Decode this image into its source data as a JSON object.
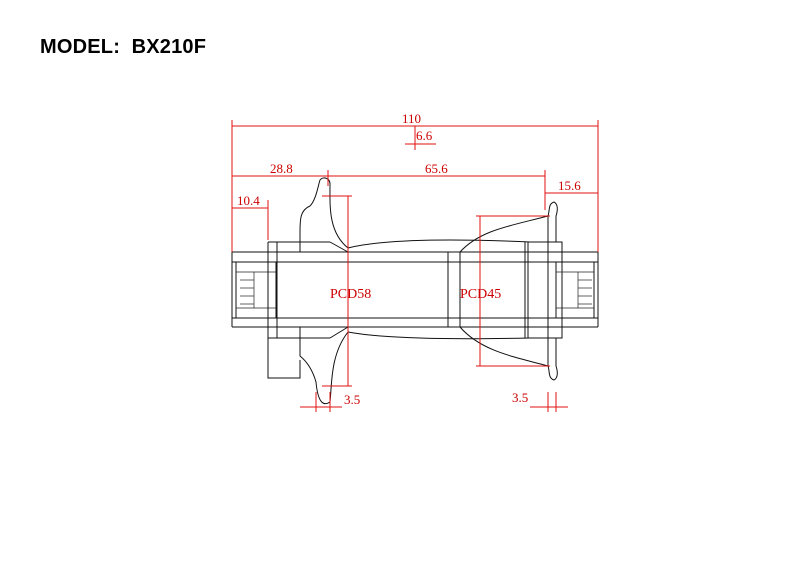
{
  "header": {
    "model_label": "MODEL:",
    "model_value": "BX210F"
  },
  "dimensions": {
    "overall_width": "110",
    "offset": "6.6",
    "left_flange_to_end": "28.8",
    "flange_spacing": "65.6",
    "right_flange_to_end": "15.6",
    "left_locknut": "10.4",
    "left_flange_thickness": "3.5",
    "right_flange_thickness": "3.5",
    "pcd_left": "PCD58",
    "pcd_right": "PCD45"
  },
  "colors": {
    "dimension": "#cc0000",
    "outline": "#111111"
  }
}
